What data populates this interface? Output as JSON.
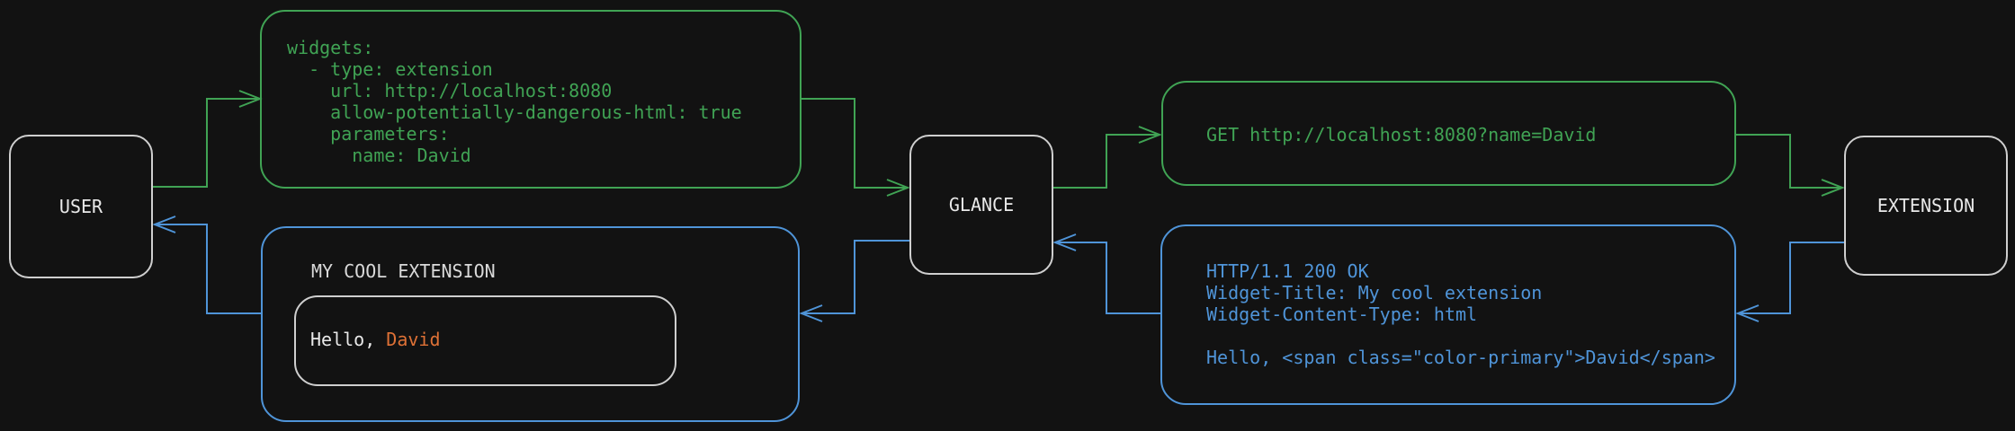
{
  "colors": {
    "background": "#121212",
    "green": "#40a354",
    "blue": "#4f94d8",
    "orange": "#de7136",
    "node-border": "#cfcfcf",
    "text-white": "#e9e9e9",
    "text-dim": "#d9d9d9"
  },
  "nodes": {
    "user": {
      "label": "USER"
    },
    "glance": {
      "label": "GLANCE"
    },
    "extension": {
      "label": "EXTENSION"
    }
  },
  "config_box": {
    "code": "widgets:\n  - type: extension\n    url: http://localhost:8080\n    allow-potentially-dangerous-html: true\n    parameters:\n      name: David"
  },
  "request_box": {
    "code": "GET http://localhost:8080?name=David"
  },
  "response_box": {
    "code": "HTTP/1.1 200 OK\nWidget-Title: My cool extension\nWidget-Content-Type: html\n\nHello, <span class=\"color-primary\">David</span>"
  },
  "widget_box": {
    "title": "MY COOL EXTENSION",
    "hello_prefix": "Hello, ",
    "hello_name": "David"
  }
}
